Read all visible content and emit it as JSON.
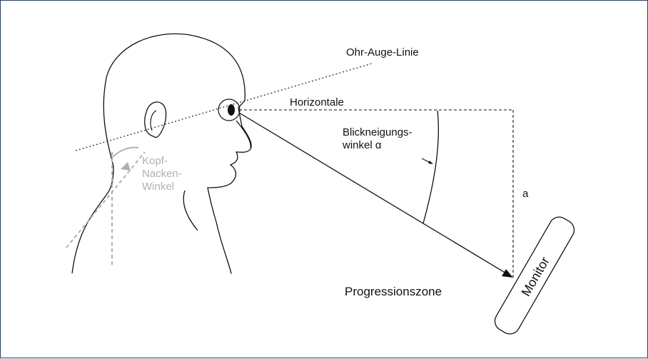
{
  "labels": {
    "ohr_auge_linie": "Ohr-Auge-Linie",
    "horizontale": "Horizontale",
    "blickneigungswinkel_line1": "Blickneigungs-",
    "blickneigungswinkel_line2": "winkel α",
    "a": "a",
    "kopf_line1": "Kopf-",
    "kopf_line2": "Nacken-",
    "kopf_line3": "Winkel",
    "progressionszone": "Progressionszone",
    "monitor": "Monitor"
  },
  "colors": {
    "line": "#111111",
    "gray_guide": "#b0b0b0",
    "frame": "#2c3f66"
  }
}
